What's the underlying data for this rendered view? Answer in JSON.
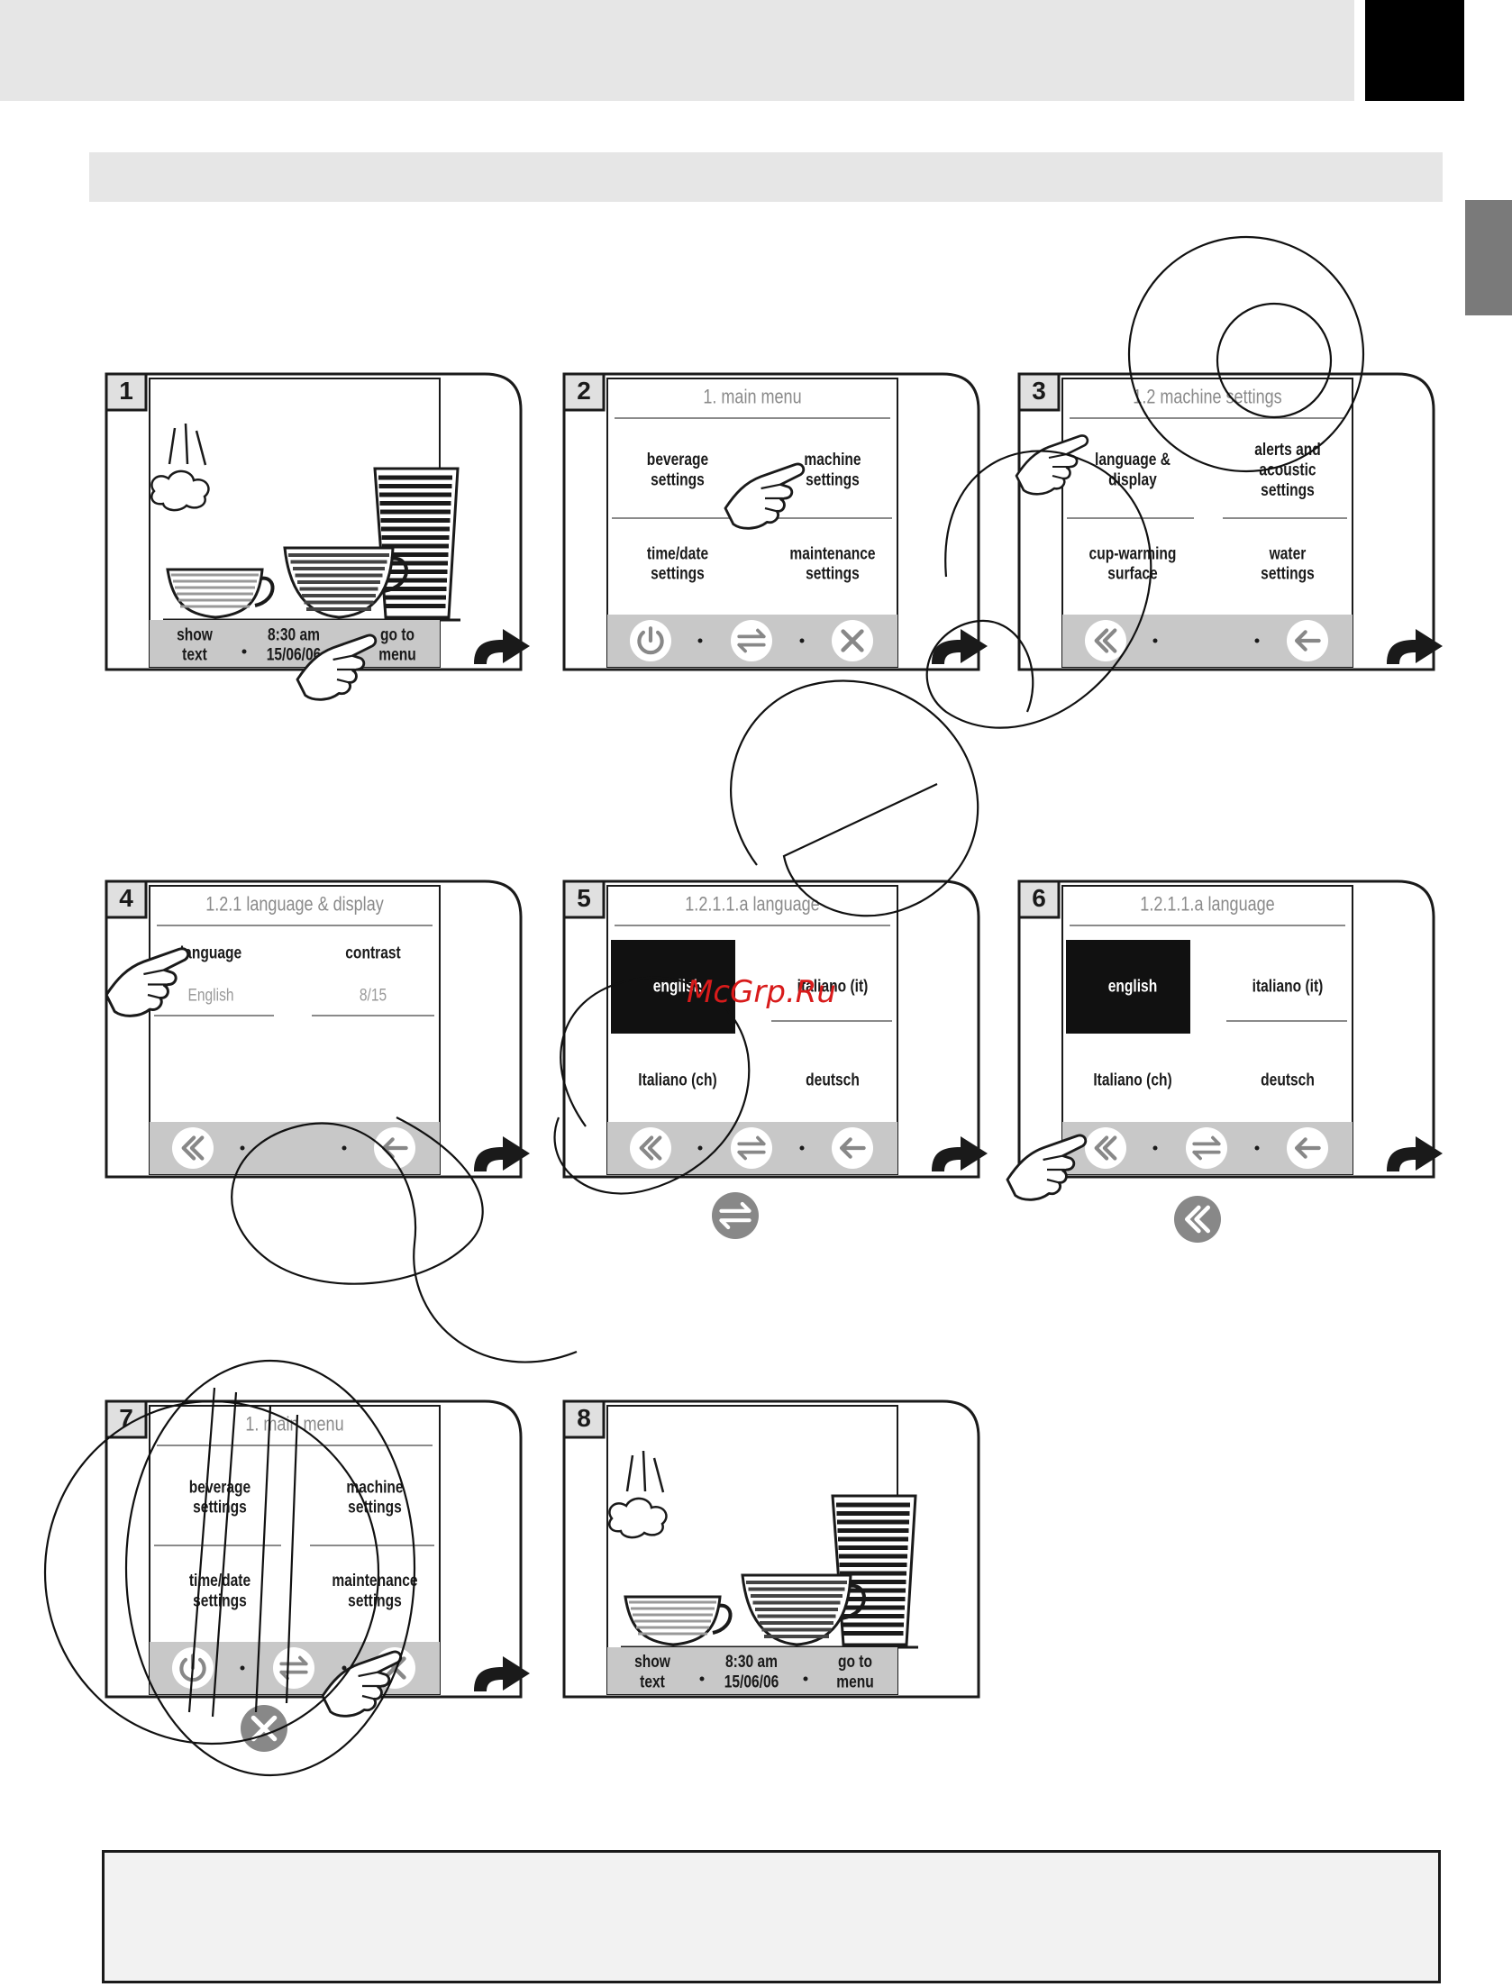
{
  "steps": [
    {
      "number": "1",
      "screen": "standby",
      "bar": {
        "left": "show\ntext",
        "center": "8:30 am\n15/06/06",
        "right": "go to\nmenu"
      }
    },
    {
      "number": "2",
      "screen": "menu",
      "title": "1. main menu",
      "options": [
        "beverage\nsettings",
        "machine\nsettings",
        "time/date\nsettings",
        "maintenance\nsettings"
      ],
      "nav": [
        "power-icon",
        "switch-icon",
        "close-icon"
      ]
    },
    {
      "number": "3",
      "screen": "menu",
      "title": "1.2 machine settings",
      "options": [
        "language &\ndisplay",
        "alerts and\nacoustic\nsettings",
        "cup-warming\nsurface",
        "water\nsettings"
      ],
      "nav": [
        "double-back-icon",
        "",
        "back-icon"
      ]
    },
    {
      "number": "4",
      "screen": "values",
      "title": "1.2.1  language & display",
      "options": [
        "language",
        "contrast"
      ],
      "values": [
        "English",
        "8/15"
      ],
      "nav": [
        "double-back-icon",
        "",
        "back-icon"
      ]
    },
    {
      "number": "5",
      "screen": "language",
      "title": "1.2.1.1.a language",
      "options": [
        "english",
        "italiano (it)",
        "Italiano (ch)",
        "deutsch"
      ],
      "nav": [
        "double-back-icon",
        "switch-icon",
        "back-icon"
      ]
    },
    {
      "number": "6",
      "screen": "language",
      "title": "1.2.1.1.a language",
      "options": [
        "english",
        "italiano (it)",
        "Italiano (ch)",
        "deutsch"
      ],
      "nav": [
        "double-back-icon",
        "switch-icon",
        "back-icon"
      ]
    },
    {
      "number": "7",
      "screen": "menu",
      "title": "1. main menu",
      "options": [
        "beverage\nsettings",
        "machine\nsettings",
        "time/date\nsettings",
        "maintenance\nsettings"
      ],
      "nav": [
        "power-icon",
        "switch-icon",
        "close-icon"
      ]
    },
    {
      "number": "8",
      "screen": "standby",
      "bar": {
        "left": "show\ntext",
        "center": "8:30 am\n15/06/06",
        "right": "go to\nmenu"
      }
    }
  ],
  "watermark": "McGrp.Ru",
  "colors": {
    "accent": "#d81b1b",
    "gray": "#c8c8c8",
    "dark": "#1a1a1a"
  }
}
